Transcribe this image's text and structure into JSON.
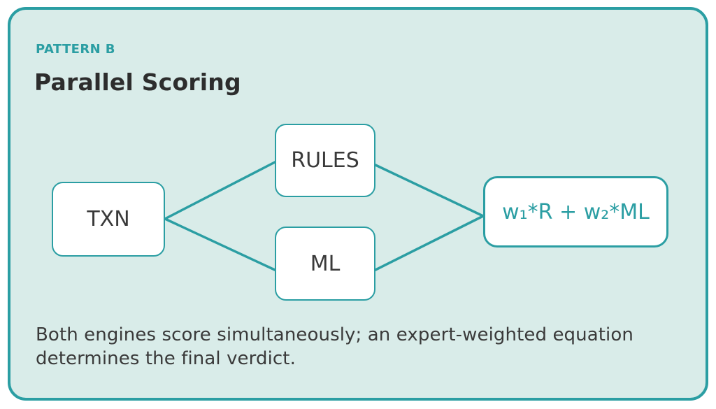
{
  "card": {
    "eyebrow": "PATTERN B",
    "title": "Parallel Scoring",
    "description_lines": [
      "Both engines score simultaneously; an expert-weighted equation",
      "determines the final verdict."
    ]
  },
  "diagram": {
    "txn_label": "TXN",
    "rules_label": "RULES",
    "ml_label": "ML",
    "formula_label": "w₁*R + w₂*ML"
  },
  "colors": {
    "accent_teal": "#2b9ea3",
    "card_background": "#d9ece9",
    "page_background": "#ffffff",
    "node_background": "#ffffff",
    "title_text": "#2d2d2d",
    "body_text": "#3a3a3a"
  }
}
